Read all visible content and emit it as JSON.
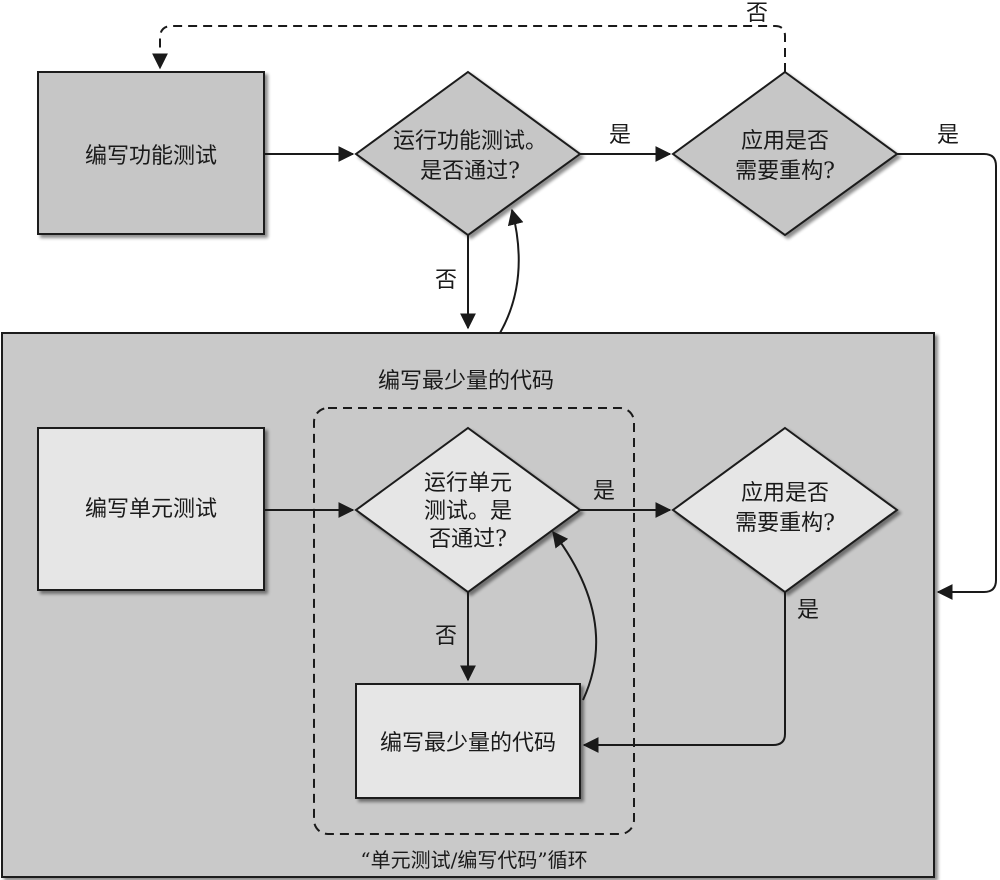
{
  "outer": {
    "write_functional_test": "编写功能测试",
    "run_functional_test_line1": "运行功能测试。",
    "run_functional_test_line2": "是否通过?",
    "refactor_top_line1": "应用是否",
    "refactor_top_line2": "需要重构?",
    "yes_label_1": "是",
    "yes_label_2": "是",
    "no_label_top": "否",
    "no_label_down": "否"
  },
  "inner_panel": {
    "title": "编写最少量的代码",
    "write_unit_test": "编写单元测试",
    "run_unit_test_line1": "运行单元",
    "run_unit_test_line2": "测试。是",
    "run_unit_test_line3": "否通过?",
    "refactor_inner_line1": "应用是否",
    "refactor_inner_line2": "需要重构?",
    "write_min_code": "编写最少量的代码",
    "yes_label_3": "是",
    "yes_label_4": "是",
    "no_label_inner": "否",
    "loop_caption": "“单元测试/编写代码”循环"
  },
  "colors": {
    "panel_bg": "#c9c9c9",
    "box_dark": "#c6c6c6",
    "box_light": "#e6e6e6",
    "stroke": "#1a1a1a"
  }
}
